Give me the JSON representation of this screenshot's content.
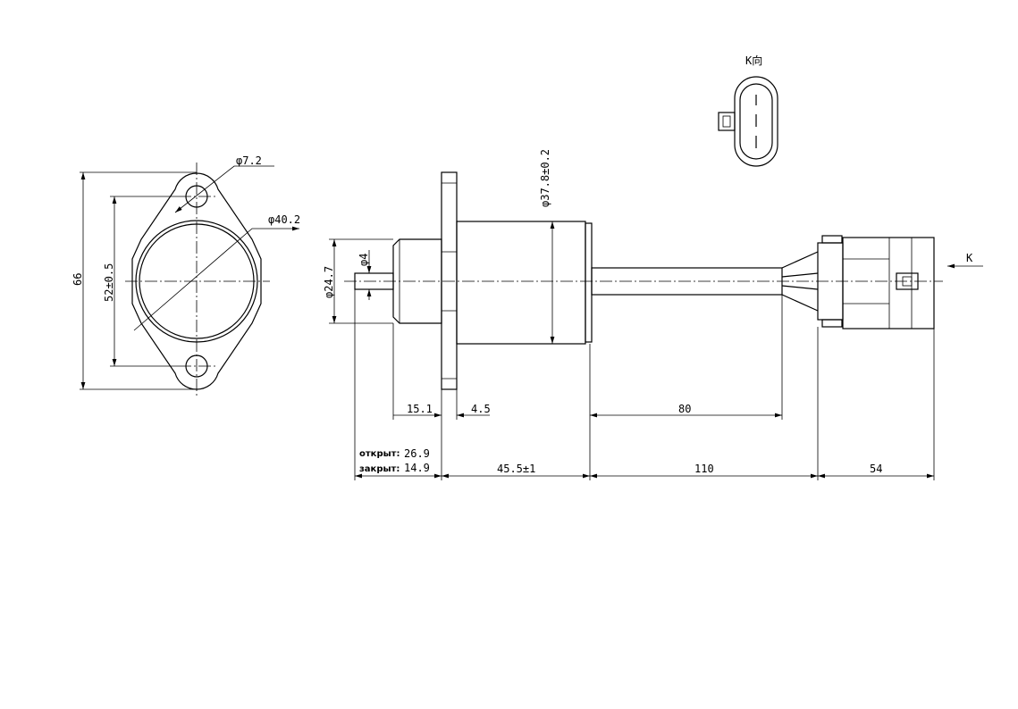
{
  "flange_view": {
    "hole_dia": "φ7.2",
    "body_dia": "φ40.2",
    "overall_height": "66",
    "hole_spacing": "52±0.5"
  },
  "side_view": {
    "body_dia": "φ37.8±0.2",
    "nose_dia": "φ24.7",
    "pin_dia": "φ4",
    "nose_length": "15.1",
    "flange_thickness": "4.5",
    "cable_length": "80",
    "open_label": "открыт:",
    "open_value": "26.9",
    "closed_label": "закрыт:",
    "closed_value": "14.9",
    "body_length": "45.5±1",
    "lead_length": "110",
    "connector_length": "54",
    "view_arrow_label": "K"
  },
  "connector_view": {
    "title": "K向"
  }
}
